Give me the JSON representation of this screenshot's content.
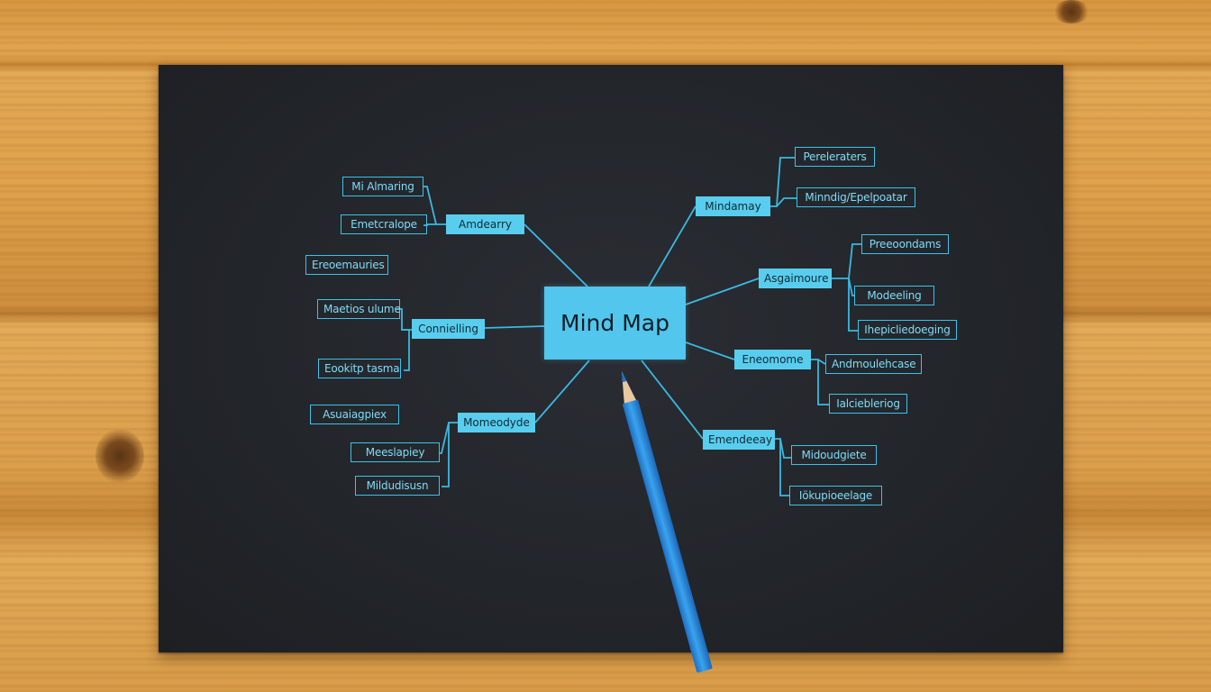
{
  "mind_map": {
    "center_title": "Mind Map",
    "branches": [
      {
        "label": "Amdearry",
        "leaves": [
          "Mi Almaring",
          "Emetcralope"
        ]
      },
      {
        "label": "Connielling",
        "leaves": [
          "Ereoemauries",
          "Maetios ulume",
          "Eookitp tasma"
        ]
      },
      {
        "label": "Momeodyde",
        "leaves": [
          "Asuaiagpiex",
          "Meeslapiey",
          "Mildudisusn"
        ]
      },
      {
        "label": "Mindamay",
        "leaves": [
          "Pereleraters",
          "Minndig/Epelpoatar"
        ]
      },
      {
        "label": "Asgaimoure",
        "leaves": [
          "Preeoondams",
          "Modeeling",
          "Ihepicliedoeging"
        ]
      },
      {
        "label": "Eneomome",
        "leaves": [
          "Andmoulehcase",
          "Ialciebleriog"
        ]
      },
      {
        "label": "Emendeeay",
        "leaves": [
          "Midoudgiete",
          "Iökupioeelage"
        ]
      }
    ]
  },
  "colors": {
    "wood": "#e0a24c",
    "board": "#22252a",
    "accent": "#59cdee",
    "outline": "#3cc2ea",
    "pencil": "#2d8fe0"
  }
}
